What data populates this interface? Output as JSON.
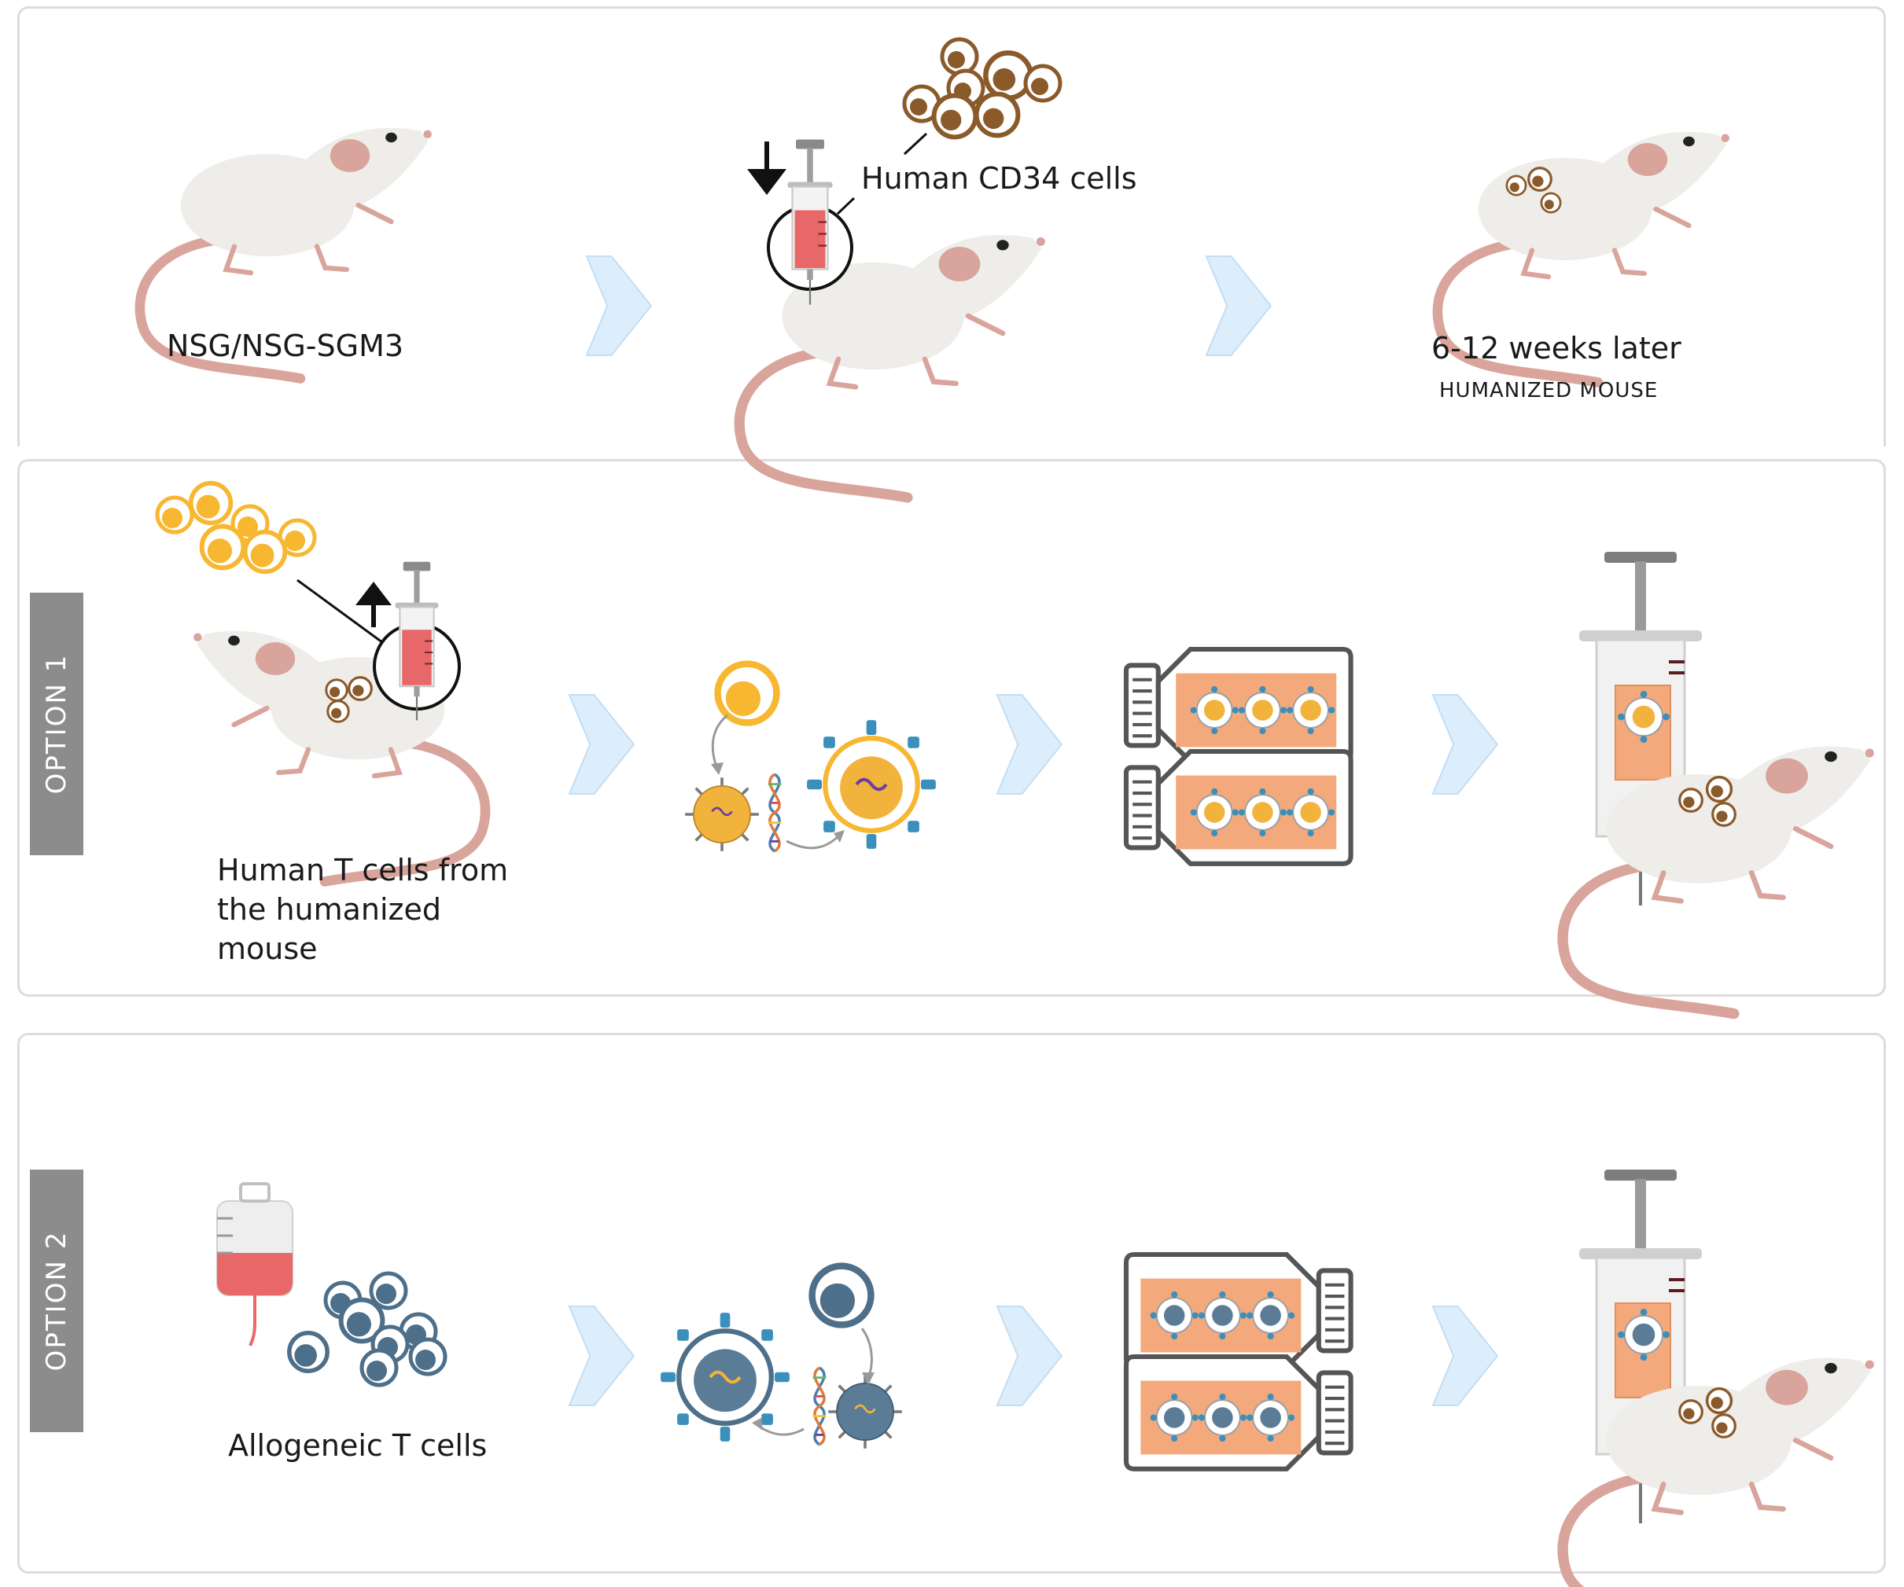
{
  "top": {
    "strain_label": "NSG/NSG-SGM3",
    "cells_label": "Human CD34 cells",
    "time_label": "6-12 weeks later",
    "result_label": "HUMANIZED MOUSE"
  },
  "option1": {
    "tab": "OPTION 1",
    "source_lines": [
      "Human T cells from",
      "the humanized",
      "mouse"
    ]
  },
  "option2": {
    "tab": "OPTION 2",
    "source_label": "Allogeneic T cells"
  },
  "colors": {
    "mouse_body": "#efedea",
    "mouse_pink": "#d9a49c",
    "cd34_cells": "#8b5a2b",
    "t_cells_humanized": "#f7b731",
    "t_cells_allogeneic": "#4d6f8a",
    "flask_fill": "#f4a97c",
    "arrow": "#dceefb",
    "syringe_liquid": "#e8686a",
    "tab": "#8c8c8c"
  },
  "icons": [
    "mouse-icon",
    "syringe-icon",
    "cell-cluster-icon",
    "virus-icon",
    "dna-icon",
    "flask-icon",
    "blood-bag-icon",
    "flow-arrow-icon"
  ]
}
